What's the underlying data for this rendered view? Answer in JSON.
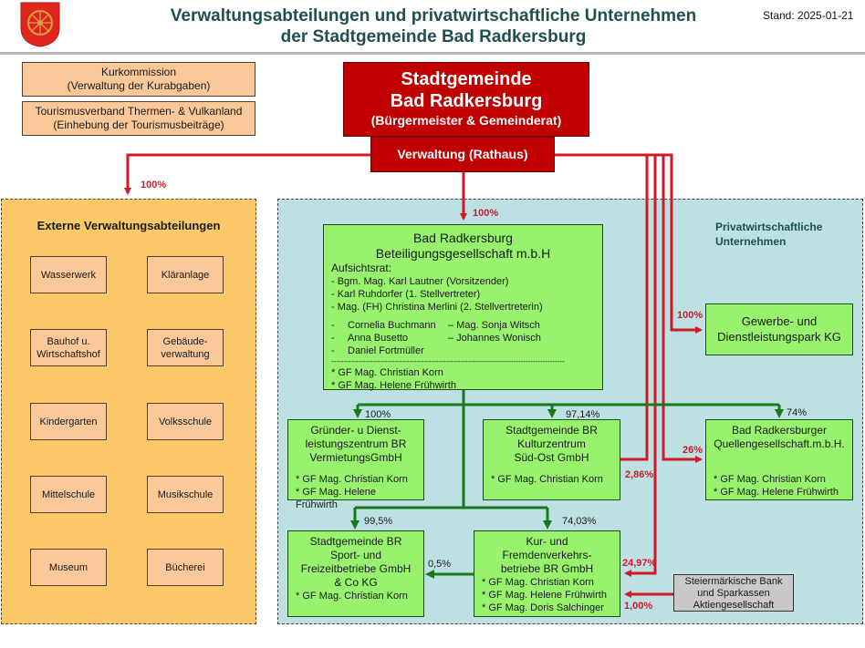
{
  "header": {
    "title_line1": "Verwaltungsabteilungen und privatwirtschaftliche Unternehmen",
    "title_line2": "der Stadtgemeinde Bad Radkersburg",
    "stand": "Stand: 2025-01-21",
    "logo": "coat-of-arms-icon"
  },
  "colors": {
    "red": "#c00000",
    "arrow_red": "#d01a2a",
    "green_box": "#98f26e",
    "green_line": "#1a7a1a",
    "peach": "#fbc89a",
    "ext_zone": "#fcc96a",
    "priv_zone": "#bde0e3",
    "title_teal": "#1f4f4f"
  },
  "top_left": {
    "kurkommission": [
      "Kurkommission",
      "(Verwaltung der  Kurabgaben)"
    ],
    "tourismusverband": [
      "Tourismusverband Thermen- & Vulkanland",
      "(Einhebung der Tourismusbeiträge)"
    ]
  },
  "gemeinde": {
    "line1": "Stadtgemeinde",
    "line2": "Bad Radkersburg",
    "line3": "(Bürgermeister & Gemeinderat)",
    "verwaltung": "Verwaltung (Rathaus)"
  },
  "external": {
    "title": "Externe Verwaltungsabteilungen",
    "share": "100%",
    "departments": [
      [
        "Wasserwerk"
      ],
      [
        "Kläranlage"
      ],
      [
        "Bauhof u.",
        "Wirtschaftshof"
      ],
      [
        "Gebäude-",
        "verwaltung"
      ],
      [
        "Kindergarten"
      ],
      [
        "Volksschule"
      ],
      [
        "Mittelschule"
      ],
      [
        "Musikschule"
      ],
      [
        "Museum"
      ],
      [
        "Bücherei"
      ]
    ]
  },
  "private": {
    "title_line1": "Privatwirtschaftliche",
    "title_line2": "Unternehmen",
    "beteiligung": {
      "share": "100%",
      "name1": "Bad Radkersburg",
      "name2": "Beteiligungsgesellschaft m.b.H",
      "aufsichtsrat_label": "Aufsichtsrat:",
      "board": [
        "- Bgm. Mag. Karl Lautner (Vorsitzender)",
        "- Karl Ruhdorfer (1. Stellvertreter)",
        "- Mag. (FH) Christina Merlini (2. Stellvertreterin)"
      ],
      "members_left": [
        "Cornelia Buchmann",
        "Anna Busetto",
        "Daniel Fortmüller"
      ],
      "members_right": [
        "– Mag. Sonja Witsch",
        "– Johannes Wonisch"
      ],
      "separator": "------------------------------------------------------------------------------------------------",
      "gf": [
        "* GF Mag. Christian Korn",
        "* GF Mag. Helene Frühwirth"
      ]
    },
    "gewerbepark": {
      "share": "100%",
      "name": [
        "Gewerbe- und",
        "Dienstleistungspark KG"
      ]
    },
    "gruender": {
      "share": "100%",
      "name": [
        "Gründer- u Dienst-",
        "leistungszentrum BR",
        "VermietungsGmbH"
      ],
      "gf": [
        "* GF Mag. Christian Korn",
        "* GF Mag. Helene Frühwirth"
      ]
    },
    "kulturzentrum": {
      "share": "97,14%",
      "share_gemeinde": "2,86%",
      "name": [
        "Stadtgemeinde BR",
        "Kulturzentrum",
        "Süd-Ost GmbH"
      ],
      "gf": [
        "* GF Mag. Christian Korn"
      ]
    },
    "quellen": {
      "share": "74%",
      "share_gemeinde": "26%",
      "name": [
        "Bad Radkersburger",
        "Quellengesellschaft.m.b.H."
      ],
      "gf": [
        "* GF Mag. Christian Korn",
        "* GF Mag. Helene Frühwirth"
      ]
    },
    "sport": {
      "share": "99,5%",
      "share_from_kur": "0,5%",
      "name": [
        "Stadtgemeinde BR",
        "Sport- und",
        "Freizeitbetriebe GmbH",
        "& Co KG"
      ],
      "gf": [
        "* GF Mag. Christian Korn"
      ]
    },
    "kur": {
      "share": "74,03%",
      "share_gemeinde": "24,97%",
      "share_bank": "1,00%",
      "name": [
        "Kur- und",
        "Fremdenverkehrs-",
        "betriebe BR GmbH"
      ],
      "gf": [
        "* GF Mag. Christian Korn",
        "* GF Mag. Helene Frühwirth",
        "* GF Mag. Doris Salchinger"
      ]
    },
    "bank": {
      "name": [
        "Steiermärkische Bank",
        "und Sparkassen",
        "Aktiengesellschaft"
      ]
    }
  }
}
